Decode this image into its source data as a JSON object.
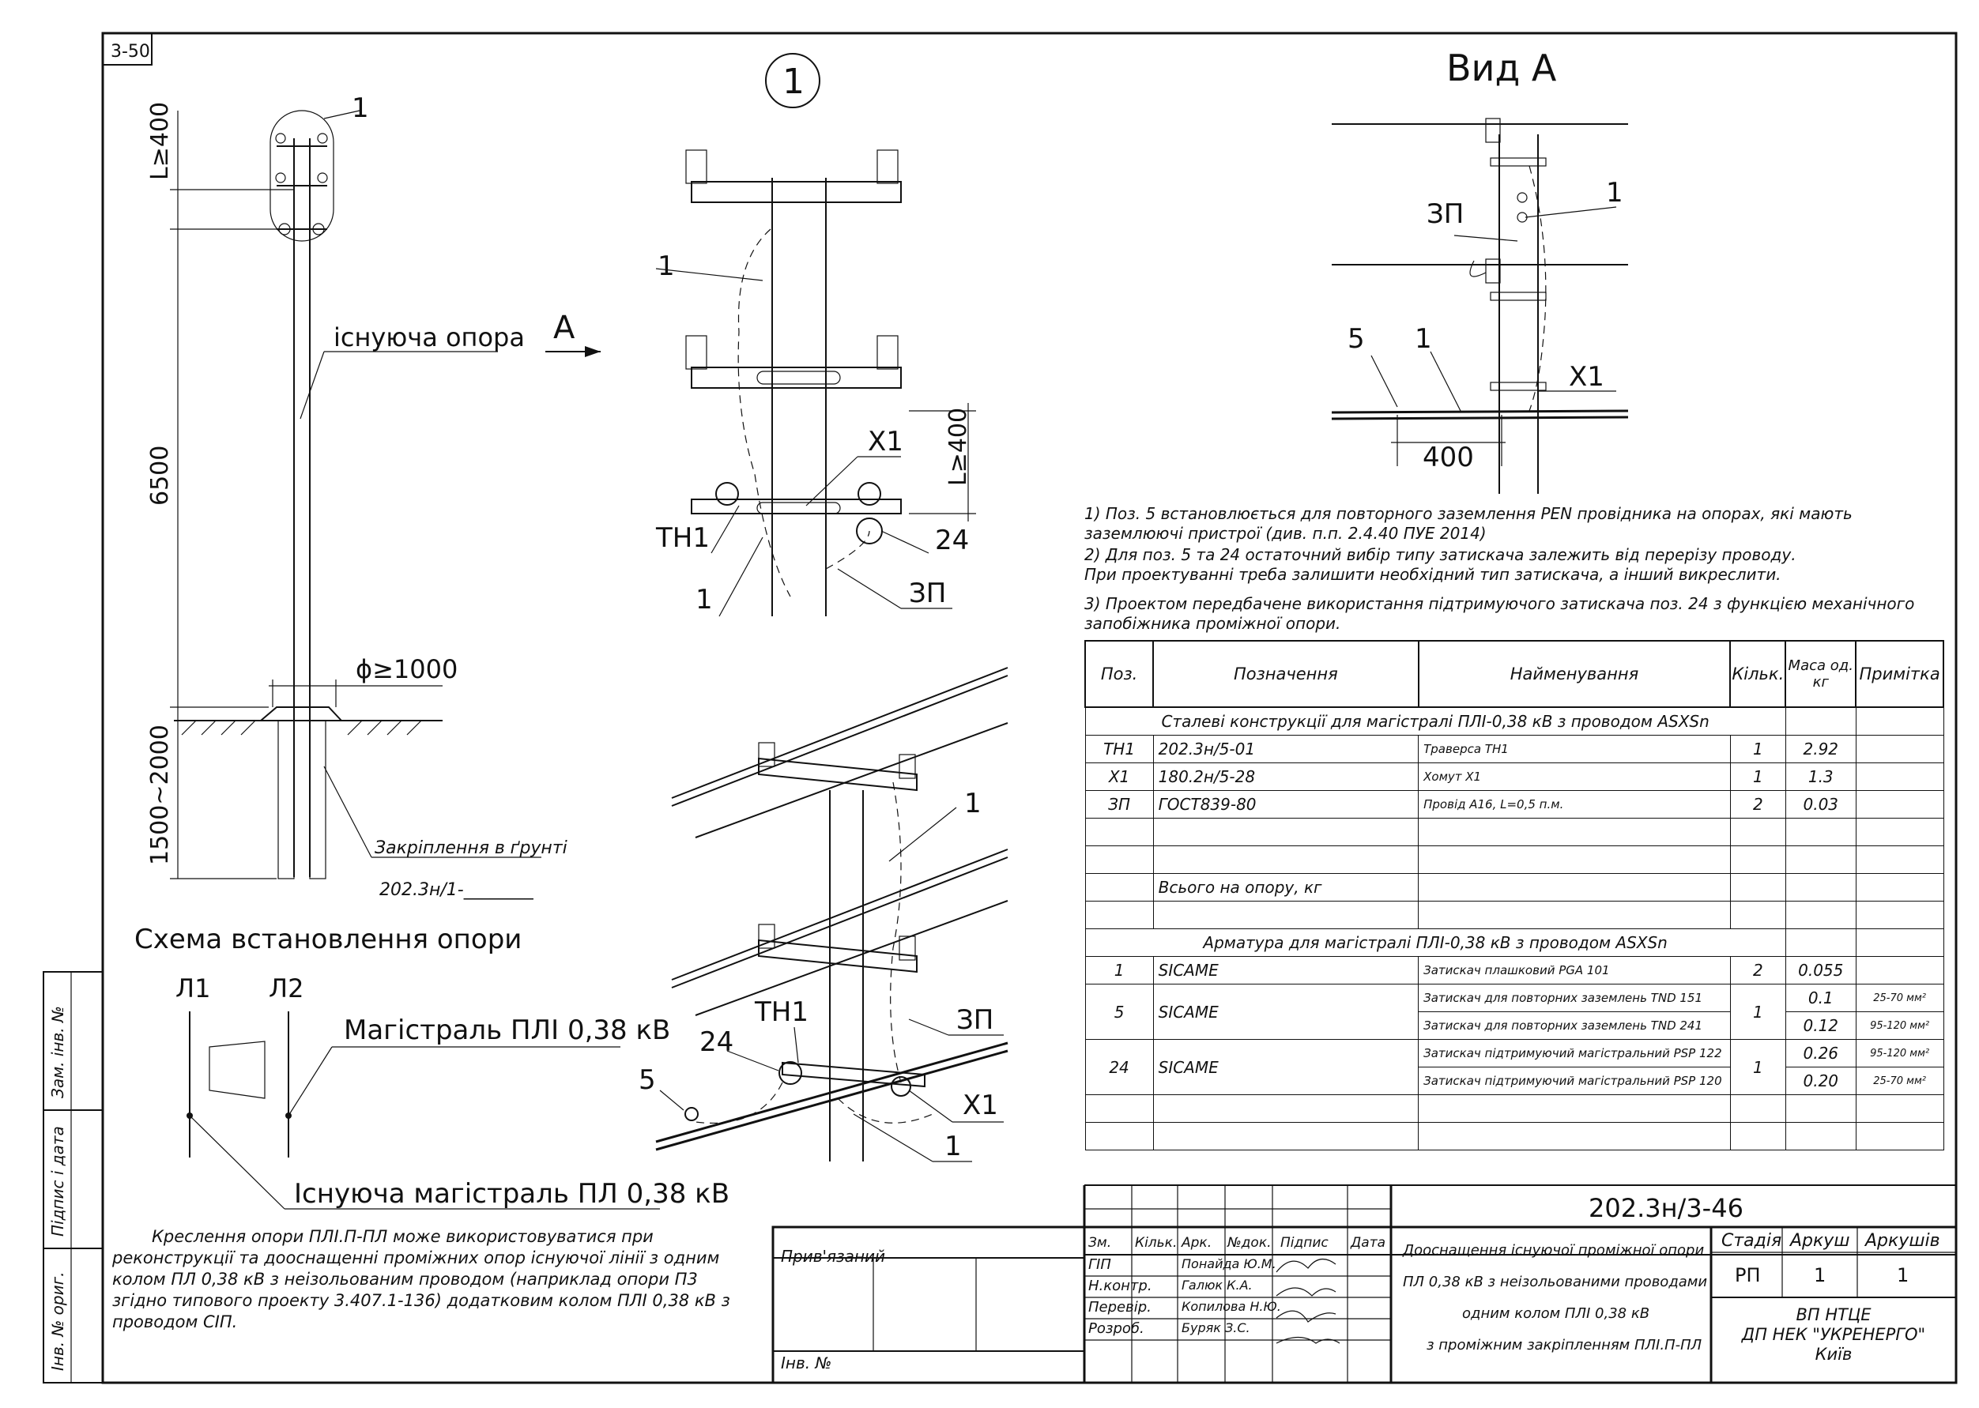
{
  "sheet": {
    "corner": "3-50",
    "view1_label": "1",
    "view_a_title": "Вид А"
  },
  "left_view": {
    "ref1": "1",
    "dim_top": "L≥400",
    "label_pole": "існуюча опора",
    "arrow_a": "A",
    "dim_height": "6500",
    "dim_diameter": "ϕ≥1000",
    "dim_ground": "1500~2000",
    "fix_label": "Закріплення в ґрунті",
    "fix_code": "202.3н/1-________",
    "scheme_title": "Схема встановлення опори",
    "l1": "Л1",
    "l2": "Л2",
    "main_line": "Магістраль ПЛІ 0,38 кВ",
    "existing_line": "Існуюча магістраль ПЛ 0,38 кВ"
  },
  "center_view": {
    "ref1": "1",
    "x1": "X1",
    "dim_l": "L≥400",
    "th1": "ТН1",
    "n24": "24",
    "ref1b": "1",
    "zp": "ЗП"
  },
  "iso_view": {
    "ref1": "1",
    "th1": "ТН1",
    "zp": "ЗП",
    "n24": "24",
    "n5": "5",
    "x1": "X1",
    "ref1b": "1"
  },
  "view_a": {
    "zp": "ЗП",
    "ref1": "1",
    "n5": "5",
    "ref1b": "1",
    "x1": "X1",
    "dim": "400"
  },
  "notes": [
    "1) Поз. 5 встановлюється для повторного заземлення PEN провідника на опорах, які мають",
    "заземлюючі пристрої (див. п.п. 2.4.40 ПУЕ 2014)",
    "2) Для поз. 5 та 24 остаточний вибір типу затискача залежить від перерізу проводу.",
    "При проектуванні треба залишити необхідний тип затискача, а інший викреслити.",
    "3) Проектом передбачене використання підтримуючого затискача поз. 24 з функцією механічного",
    "запобіжника проміжної опори."
  ],
  "spec": {
    "headers": [
      "Поз.",
      "Позначення",
      "Найменування",
      "Кільк.",
      "Маса од. кг",
      "Примітка"
    ],
    "section1": "Сталеві конструкції для магістралі ПЛІ-0,38 кВ з проводом ASXSn",
    "rows1": [
      {
        "pos": "ТН1",
        "code": "202.3н/5-01",
        "name": "Траверса ТН1",
        "qty": "1",
        "mass": "2.92"
      },
      {
        "pos": "X1",
        "code": "180.2н/5-28",
        "name": "Хомут X1",
        "qty": "1",
        "mass": "1.3"
      },
      {
        "pos": "ЗП",
        "code": "ГОСТ839-80",
        "name": "Провід А16, L=0,5 п.м.",
        "qty": "2",
        "mass": "0.03"
      }
    ],
    "total": "Всього на опору, кг",
    "section2": "Арматура для магістралі ПЛІ-0,38 кВ з проводом ASXSn",
    "row_pga": {
      "pos": "1",
      "code": "SICAME",
      "name": "Затискач плашковий PGA 101",
      "qty": "2",
      "mass": "0.055"
    },
    "row_tnd": {
      "pos": "5",
      "code": "SICAME",
      "name1": "Затискач для повторних заземлень TND 151",
      "name2": "Затискач для повторних заземлень TND 241",
      "qty": "1",
      "mass1": "0.1",
      "mass2": "0.12",
      "note1": "25-70 мм²",
      "note2": "95-120 мм²"
    },
    "row_psp": {
      "pos": "24",
      "code": "SICAME",
      "name1": "Затискач підтримуючий магістральний PSP 122",
      "name2": "Затискач підтримуючий магістральний PSP 120",
      "qty": "1",
      "mass1": "0.26",
      "mass2": "0.20",
      "note1": "95-120 мм²",
      "note2": "25-70 мм²"
    }
  },
  "side": {
    "zam": "Зам. інв. №",
    "sign": "Підпис і дата",
    "inv": "Інв. № ориг."
  },
  "bottom_note": [
    "Креслення опори ПЛІ.П-ПЛ може використовуватися при",
    "реконструкції та дооснащенні проміжних опор існуючої лінії з одним",
    "колом ПЛ 0,38 кВ з неізольованим проводом (наприклад опори П3",
    "згідно типового проекту 3.407.1-136) додатковим колом ПЛІ 0,38 кВ з",
    "проводом СІП."
  ],
  "title_block": {
    "privyaz": "Прив'язаний",
    "inv_no": "Інв. №",
    "doc_code": "202.3н/3-46",
    "cols": [
      "Зм.",
      "Кільк.",
      "Арк.",
      "№док.",
      "Підпис",
      "Дата"
    ],
    "people": [
      {
        "role": "ГІП",
        "name": "Понайда Ю.М."
      },
      {
        "role": "Н.контр.",
        "name": "Галюк К.А."
      },
      {
        "role": "Перевір.",
        "name": "Копилова Н.Ю."
      },
      {
        "role": "Розроб.",
        "name": "Буряк З.С."
      }
    ],
    "description": [
      "Дооснащення існуючої проміжної опори",
      "ПЛ 0,38 кВ з неізольованими проводами",
      "одним колом ПЛІ 0,38 кВ",
      "з проміжним закріпленням ПЛІ.П-ПЛ"
    ],
    "stage_h": "Стадія",
    "sheet_h": "Аркуш",
    "sheets_h": "Аркушів",
    "stage": "РП",
    "sheet": "1",
    "sheets": "1",
    "org1": "ВП НТЦЕ",
    "org2": "ДП НЕК \"УКРЕНЕРГО\"",
    "org3": "Київ"
  }
}
